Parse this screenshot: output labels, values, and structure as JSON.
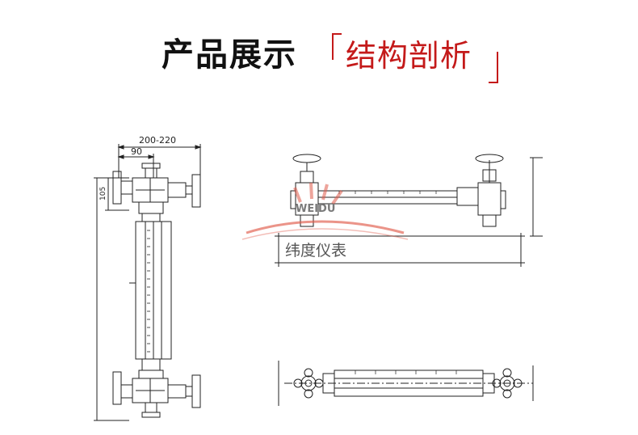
{
  "header": {
    "title": "产品展示",
    "subtitle": "结构剖析"
  },
  "watermark": {
    "logo": "WEIDU",
    "text": "纬度仪表"
  },
  "drawing": {
    "dim_overall": "200-220",
    "dim_offset": "90",
    "dim_height": "105"
  },
  "colors": {
    "accent_red": "#c41a1a",
    "line": "#222222",
    "watermark_red": "#e05a4a"
  }
}
